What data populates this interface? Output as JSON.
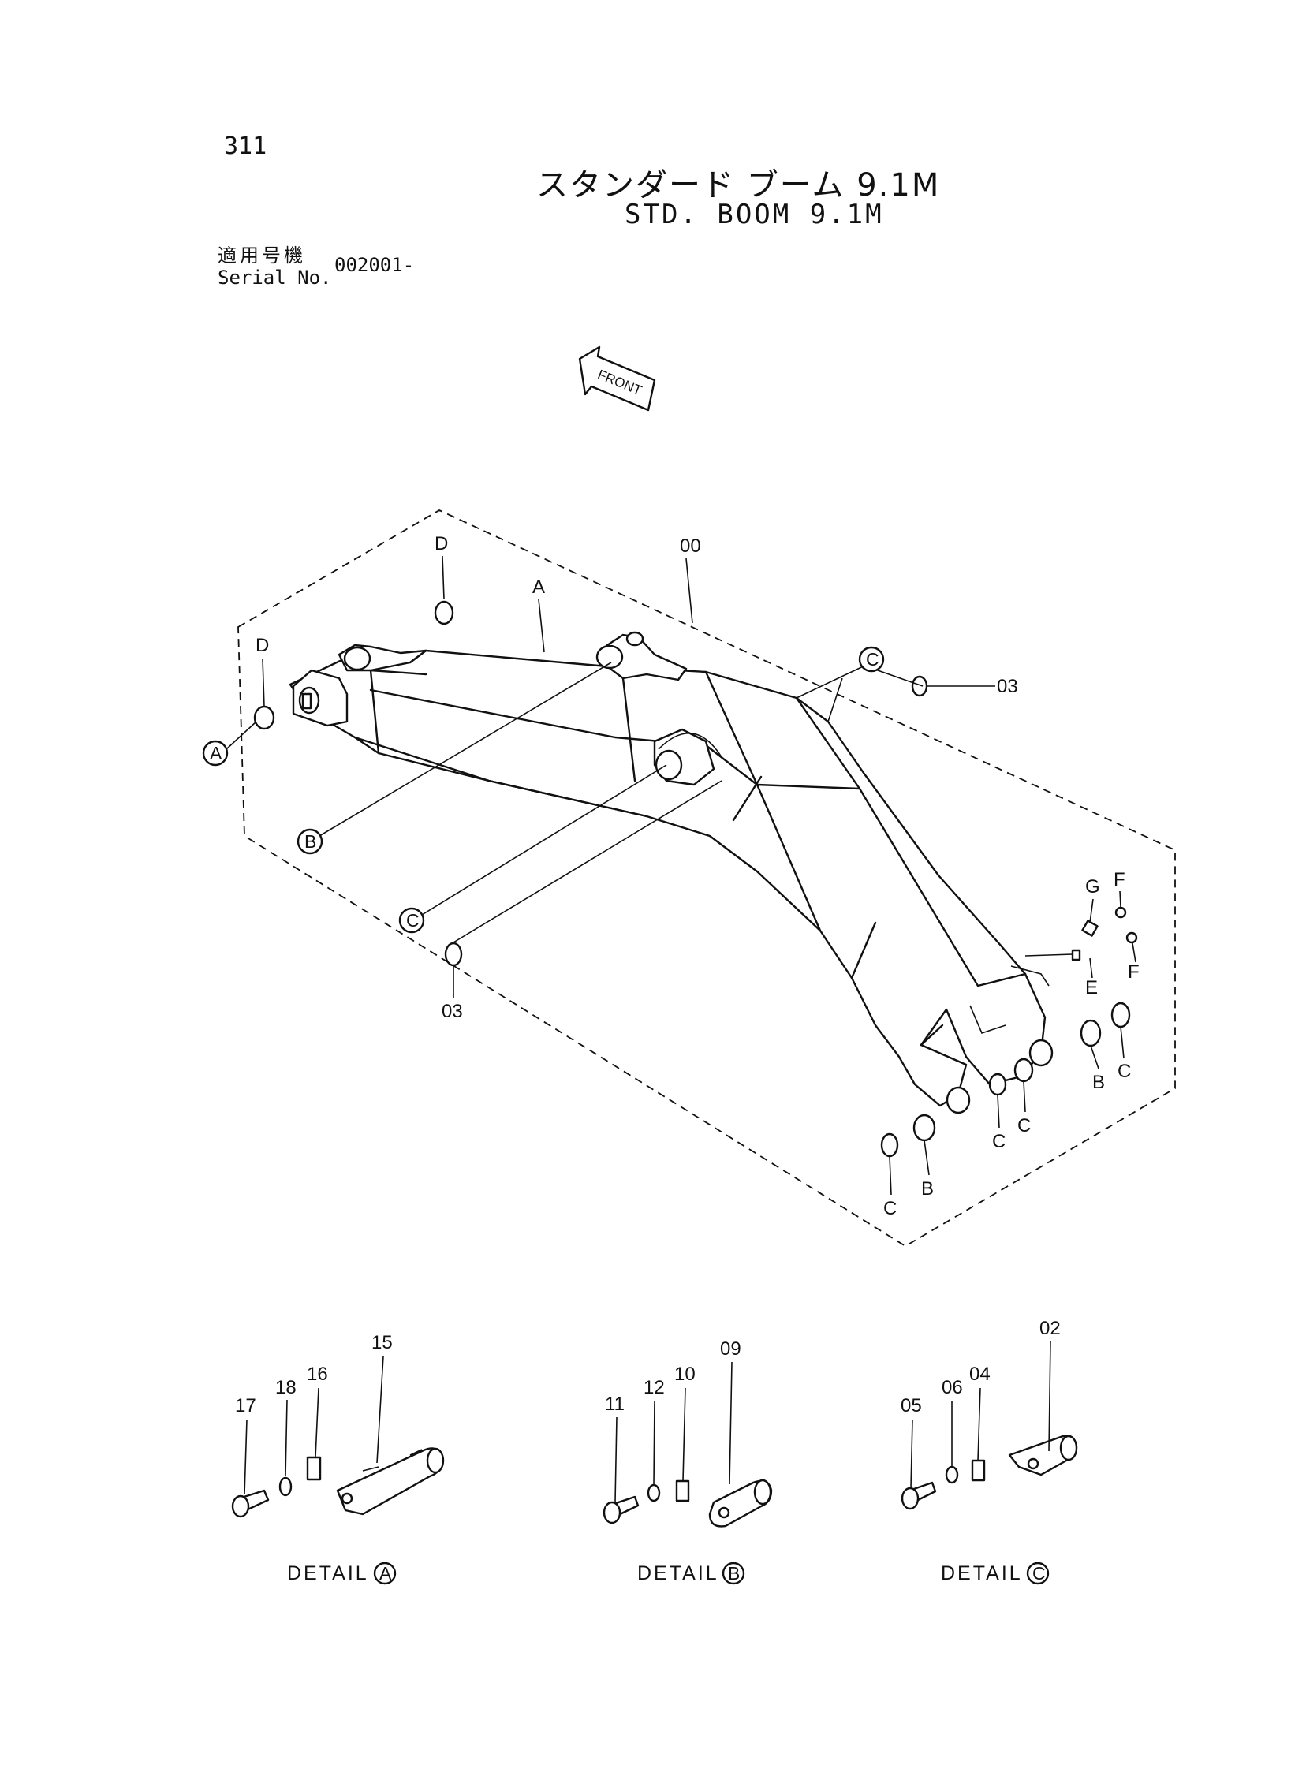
{
  "page_number": "311",
  "title_ja": "スタンダード ブーム 9.1M",
  "title_en": "STD. BOOM 9.1M",
  "serial": {
    "label_ja": "適用号機",
    "label_en": "Serial No.",
    "value": "002001-"
  },
  "front_arrow": "FRONT",
  "callouts": {
    "c00": "00",
    "cA": "A",
    "cD1": "D",
    "cD2": "D",
    "c03a": "03",
    "c03b": "03",
    "cG": "G",
    "cF1": "F",
    "cF2": "F",
    "cE": "E",
    "cB1": "B",
    "cC1": "C",
    "cC2": "C",
    "cC3": "C",
    "cB2": "B",
    "cC4": "C"
  },
  "circled_refs": {
    "ref_a": "A",
    "ref_b": "B",
    "ref_c_mid": "C",
    "ref_c_top": "C"
  },
  "details": [
    {
      "caption": "DETAIL",
      "ref": "A",
      "parts": [
        "15",
        "16",
        "18",
        "17"
      ]
    },
    {
      "caption": "DETAIL",
      "ref": "B",
      "parts": [
        "09",
        "10",
        "12",
        "11"
      ]
    },
    {
      "caption": "DETAIL",
      "ref": "C",
      "parts": [
        "02",
        "04",
        "06",
        "05"
      ]
    }
  ]
}
